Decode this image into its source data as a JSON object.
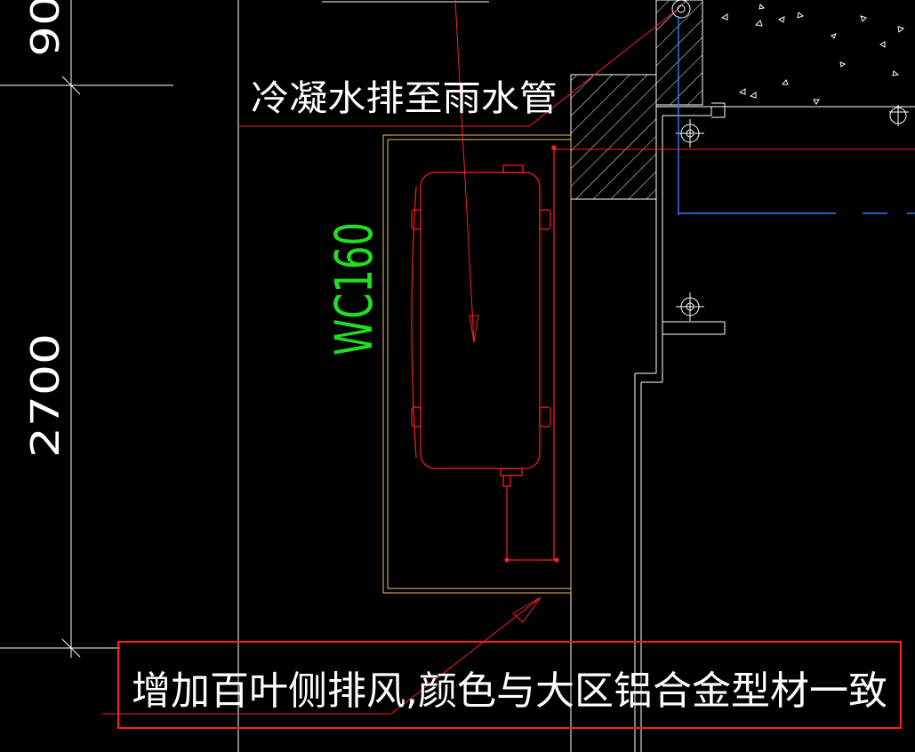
{
  "dimensions": {
    "top_value": "90",
    "side_value": "2700"
  },
  "notes": {
    "condensate": "冷凝水排至雨水管",
    "louver": "增加百叶侧排风,颜色与大区铝合金型材一致"
  },
  "unit_tag": "WC160",
  "colors": {
    "background": "#000000",
    "lines": "#ffffff",
    "unit_outline": "#ff2020",
    "tag": "#22dd22",
    "niche": "#f0c070",
    "pipe": "#3a7bff",
    "highlight_box": "#ff2020"
  }
}
